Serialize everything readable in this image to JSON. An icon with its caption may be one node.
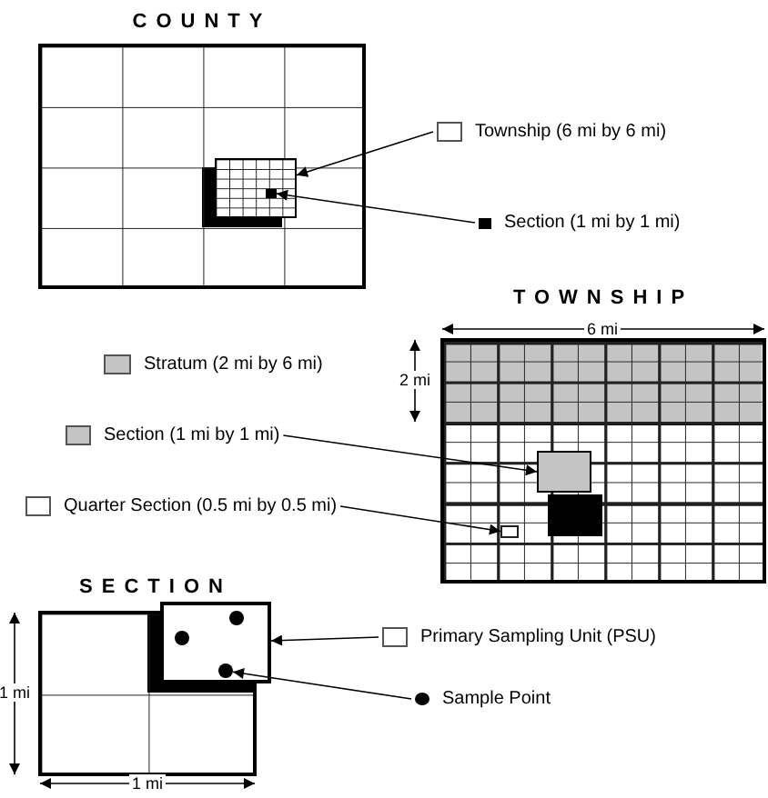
{
  "diagram": {
    "nodes": [
      {
        "text": [
          "COUNTY"
        ]
      },
      {
        "text": [],
        "shape": "box",
        "in": 0
      },
      {
        "text": [],
        "shape": "box",
        "in": 1
      },
      {
        "text": [
          "Township (6 mi by 6 mi)"
        ]
      },
      {
        "text": [
          "Section (1 mi by 1 mi)"
        ]
      },
      {
        "text": [
          "TOWNSHIP"
        ]
      },
      {
        "text": [],
        "shape": "box",
        "in": 5
      },
      {
        "text": [],
        "shape": "box",
        "in": 5
      },
      {
        "text": [
          "Section (1 mi by 1 mi)"
        ]
      },
      {
        "text": [
          "Quarter Section (0.5 mi by 0.5 mi)"
        ]
      },
      {
        "text": [
          "SECTION"
        ]
      },
      {
        "text": [],
        "shape": "box",
        "in": 10
      },
      {
        "text": [],
        "shape": "circle",
        "in": 11
      },
      {
        "text": [
          "Primary Sampling Unit (PSU)"
        ]
      },
      {
        "text": [
          "Sample Point"
        ]
      }
    ],
    "edges": [
      {
        "from": 3,
        "to": 1,
        "arrow": "to"
      },
      {
        "from": 4,
        "to": 2,
        "arrow": "to"
      },
      {
        "from": 8,
        "to": 6,
        "arrow": "to"
      },
      {
        "from": 9,
        "to": 7,
        "arrow": "to"
      },
      {
        "from": 13,
        "to": 11,
        "arrow": "to"
      },
      {
        "from": 14,
        "to": 12,
        "arrow": "to"
      }
    ],
    "labels": [
      "6 mi",
      "2 mi",
      "1 mi",
      "1 mi"
    ],
    "legend": [
      {
        "text": "Stratum (2 mi by 6 mi)",
        "color": "#c4c4c4"
      }
    ]
  }
}
